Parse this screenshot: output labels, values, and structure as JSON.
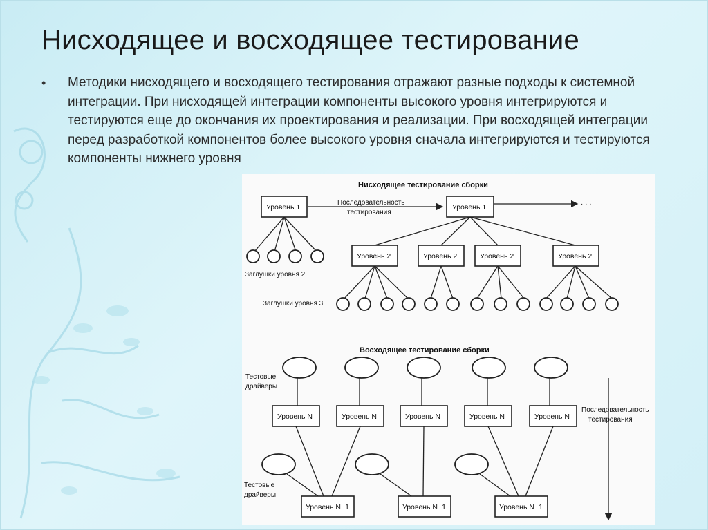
{
  "slide": {
    "title": "Нисходящее и восходящее тестирование",
    "bullet": "Методики нисходящего и восходящего тестирования отражают разные подходы к системной интеграции. При нисходящей интеграции компоненты высокого уровня интегрируются и тестируются еще до окончания их проектирования и реализации. При восходящей интеграции перед разработкой компонентов более высокого уровня сначала интегрируются и тестируются компоненты нижнего уровня"
  },
  "diagram": {
    "top_down": {
      "heading": "Нисходящее тестирование сборки",
      "level1": "Уровень 1",
      "level2": "Уровень 2",
      "sequence_line1": "Последовательность",
      "sequence_line2": "тестирования",
      "ellipsis": "· · ·",
      "stubs_l2": "Заглушки уровня 2",
      "stubs_l3": "Заглушки уровня 3"
    },
    "bottom_up": {
      "heading": "Восходящее тестирование сборки",
      "drivers_line1": "Тестовые",
      "drivers_line2": "драйверы",
      "levelN": "Уровень N",
      "levelN1": "Уровень N−1",
      "sequence_line1": "Последовательность",
      "sequence_line2": "тестирования"
    }
  }
}
